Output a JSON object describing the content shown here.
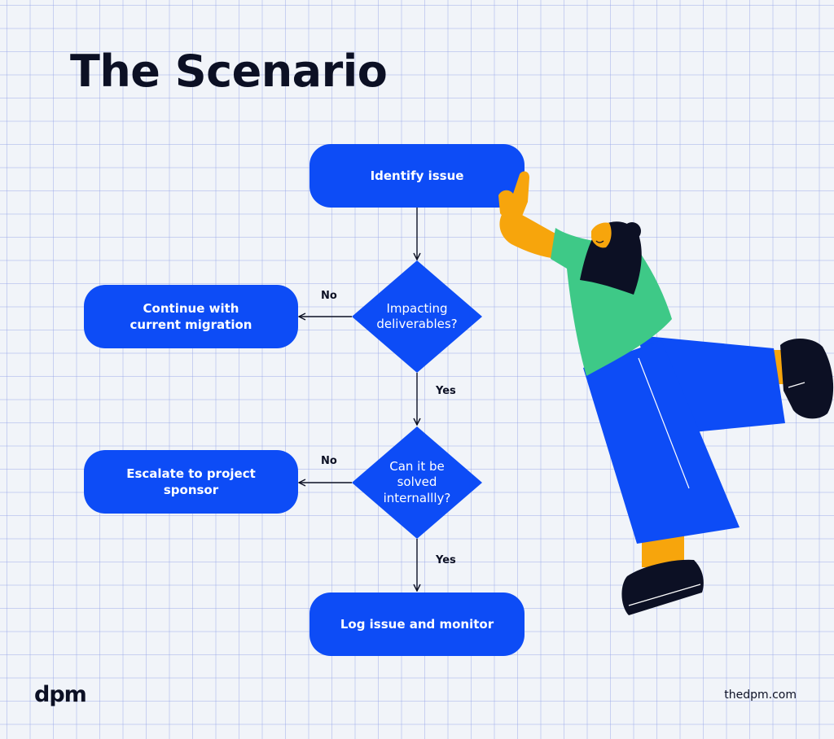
{
  "title": "The Scenario",
  "nodes": {
    "identify": "Identify issue",
    "impacting": "Impacting deliverables?",
    "continue": "Continue with current migration",
    "solvable": "Can it be solved internallly?",
    "escalate": "Escalate to project sponsor",
    "log": "Log issue and monitor"
  },
  "edges": {
    "impacting_no": "No",
    "impacting_yes": "Yes",
    "solvable_no": "No",
    "solvable_yes": "Yes"
  },
  "footer": {
    "logo": "dpm",
    "site": "thedpm.com"
  },
  "colors": {
    "background": "#f1f4f9",
    "node": "#0d4cf6",
    "text_dark": "#0c1024",
    "shirt": "#3ec987",
    "skin": "#f7a50c",
    "shoes": "#0c1024"
  }
}
